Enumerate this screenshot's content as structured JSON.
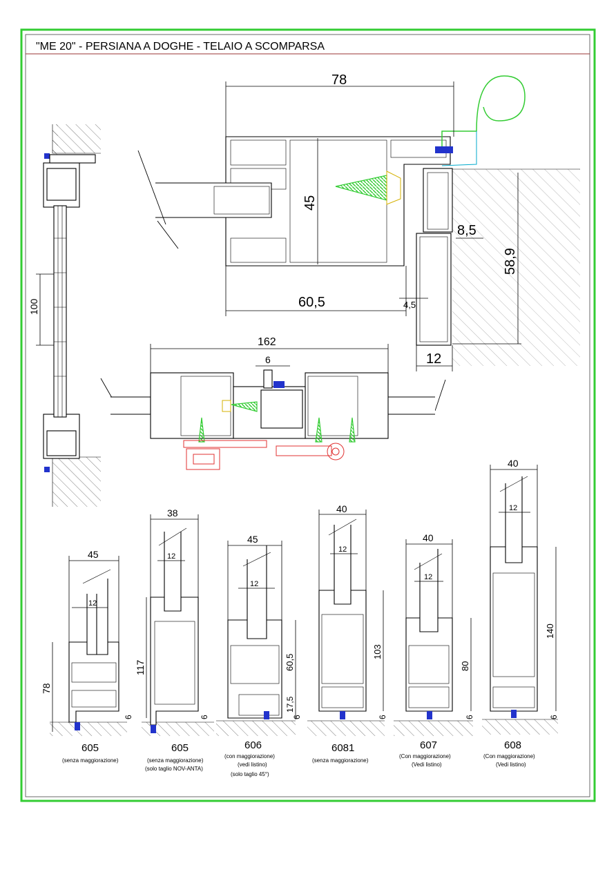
{
  "title": "\"ME 20\" - PERSIANA A DOGHE - TELAIO A SCOMPARSA",
  "colors": {
    "frame_border": "#33cc33",
    "title_rule": "#993333",
    "screw": "#33cc33",
    "hardware": "#e03030",
    "gasket": "#2233cc",
    "wall_line": "#00aacc"
  },
  "main_detail": {
    "width": "78",
    "height": "45",
    "bottom": "60,5",
    "gap": "4,5",
    "wall_a": "8,5",
    "wall_h": "58,9",
    "wall_w": "12"
  },
  "side_view": {
    "height": "100"
  },
  "middle_detail": {
    "width": "162",
    "gap": "6"
  },
  "profiles": [
    {
      "code": "605",
      "note1": "(senza maggiorazione)",
      "note2": "",
      "note3": "",
      "width": "45",
      "slat": "12",
      "height": "78",
      "base": "6"
    },
    {
      "code": "605",
      "note1": "(senza maggiorazione)",
      "note2": "(solo taglio NOV-ANTA)",
      "note3": "",
      "width": "38",
      "slat": "12",
      "height": "117",
      "base": "6"
    },
    {
      "code": "606",
      "note1": "(con maggiorazione)",
      "note2": "(vedi listino)",
      "note3": "(solo taglio 45°)",
      "width": "45",
      "slat": "12",
      "height": "60,5",
      "height2": "17,5",
      "base": "6"
    },
    {
      "code": "6081",
      "note1": "(senza maggiorazione)",
      "note2": "",
      "note3": "",
      "width": "40",
      "slat": "12",
      "height": "103",
      "base": "6"
    },
    {
      "code": "607",
      "note1": "(Con maggiorazione)",
      "note2": "(Vedi listino)",
      "note3": "",
      "width": "40",
      "slat": "12",
      "height": "80",
      "base": "6"
    },
    {
      "code": "608",
      "note1": "(Con maggiorazione)",
      "note2": "(Vedi listino)",
      "note3": "",
      "width": "40",
      "slat": "12",
      "height": "140",
      "base": "6"
    }
  ]
}
